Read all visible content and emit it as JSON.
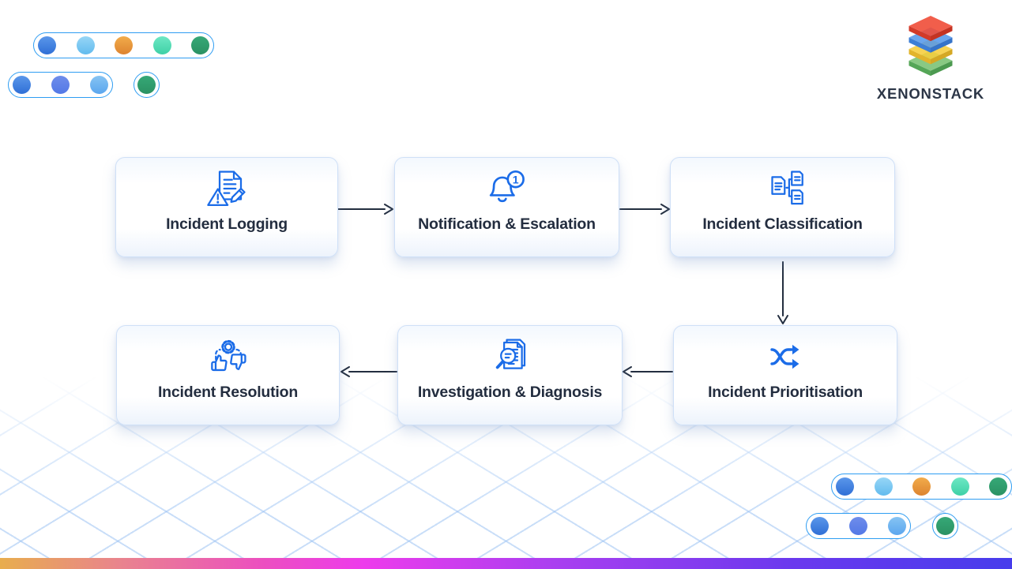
{
  "brand": {
    "name": "XENONSTACK"
  },
  "flow": {
    "steps": [
      {
        "id": 1,
        "label": "Incident Logging",
        "icon": "incident-logging-icon"
      },
      {
        "id": 2,
        "label": "Notification & Escalation",
        "icon": "notification-escalation-icon"
      },
      {
        "id": 3,
        "label": "Incident Classification",
        "icon": "incident-classification-icon"
      },
      {
        "id": 4,
        "label": "Incident Prioritisation",
        "icon": "incident-prioritisation-icon"
      },
      {
        "id": 5,
        "label": "Investigation & Diagnosis",
        "icon": "investigation-diagnosis-icon"
      },
      {
        "id": 6,
        "label": "Incident Resolution",
        "icon": "incident-resolution-icon"
      }
    ],
    "connections": [
      "Incident Logging -> Notification & Escalation",
      "Notification & Escalation -> Incident Classification",
      "Incident Classification -> Incident Prioritisation",
      "Incident Prioritisation -> Investigation & Diagnosis",
      "Investigation & Diagnosis -> Incident Resolution"
    ]
  },
  "badge": {
    "notification_count": "1"
  },
  "colors": {
    "icon_blue": "#1b6ce8",
    "arrow": "#232e3f",
    "box_border": "#cfe0f7",
    "title_text": "#232d3f",
    "pill_border": "#2e9df2",
    "grid_line": "#d7e5f9",
    "footer_gradient": [
      "#e8ad4e",
      "#ec4fc0",
      "#ed3bec",
      "#a93ff0",
      "#473cec"
    ],
    "dots_row_top": [
      "#3b7fe0",
      "#7ecbf2",
      "#e8953c",
      "#50dcb2",
      "#2f9f6e"
    ],
    "dots_row_bottom": [
      "#3c7ce2",
      "#5e84e9",
      "#6db3f0"
    ],
    "dot_single": "#2f9f6e",
    "logo_layers": [
      "#ef4d37",
      "#5598ea",
      "#f6cd3b",
      "#79c272"
    ]
  }
}
